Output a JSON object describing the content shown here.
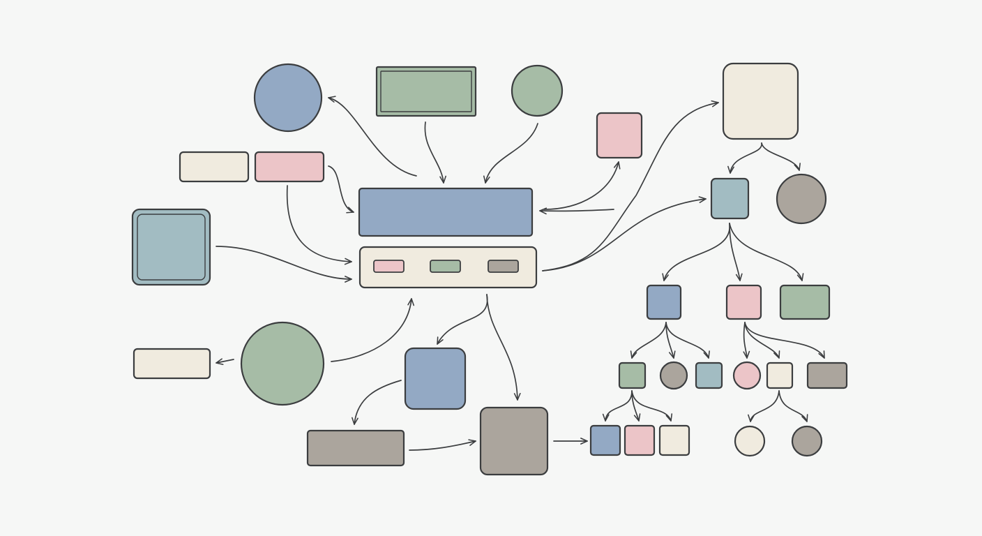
{
  "diagram": {
    "palette": {
      "blue": "#93a9c4",
      "green": "#a6bca6",
      "cream": "#f0ebdf",
      "pink": "#ecc5c8",
      "teal": "#a2bcc2",
      "taupe": "#aba59d",
      "stroke": "#3b3d3f",
      "background": "#f6f7f6"
    },
    "nodes": [
      {
        "id": "n-circle-blue-top",
        "shape": "circle",
        "color": "blue"
      },
      {
        "id": "n-rect-green-top",
        "shape": "rect",
        "color": "green",
        "double_border": true
      },
      {
        "id": "n-circle-green-top",
        "shape": "circle",
        "color": "green"
      },
      {
        "id": "n-pill-cream-left",
        "shape": "rect",
        "color": "cream"
      },
      {
        "id": "n-pill-pink-left",
        "shape": "rect",
        "color": "pink"
      },
      {
        "id": "n-square-teal-left",
        "shape": "rect",
        "color": "teal",
        "double_border": true
      },
      {
        "id": "n-hub-blue",
        "shape": "rect",
        "color": "blue"
      },
      {
        "id": "n-hub-cream",
        "shape": "rect",
        "color": "cream"
      },
      {
        "id": "n-hub-chip-pink",
        "shape": "rect",
        "color": "pink"
      },
      {
        "id": "n-hub-chip-green",
        "shape": "rect",
        "color": "green"
      },
      {
        "id": "n-hub-chip-taupe",
        "shape": "rect",
        "color": "taupe"
      },
      {
        "id": "n-square-pink-mid",
        "shape": "rect",
        "color": "pink"
      },
      {
        "id": "n-square-cream-topright",
        "shape": "rect",
        "color": "cream"
      },
      {
        "id": "n-square-teal-right",
        "shape": "rect",
        "color": "teal"
      },
      {
        "id": "n-circle-taupe-right",
        "shape": "circle",
        "color": "taupe"
      },
      {
        "id": "n-pill-cream-bottomleft",
        "shape": "rect",
        "color": "cream"
      },
      {
        "id": "n-circle-green-bottom",
        "shape": "circle",
        "color": "green"
      },
      {
        "id": "n-square-blue-bottom",
        "shape": "rect",
        "color": "blue"
      },
      {
        "id": "n-pill-taupe-bottom",
        "shape": "rect",
        "color": "taupe"
      },
      {
        "id": "n-square-taupe-bottom",
        "shape": "rect",
        "color": "taupe"
      },
      {
        "id": "n-small-blue-bottom",
        "shape": "rect",
        "color": "blue"
      },
      {
        "id": "n-small-pink-bottom",
        "shape": "rect",
        "color": "pink"
      },
      {
        "id": "n-small-cream-bottom",
        "shape": "rect",
        "color": "cream"
      },
      {
        "id": "n-tree-blue",
        "shape": "rect",
        "color": "blue"
      },
      {
        "id": "n-tree-pink",
        "shape": "rect",
        "color": "pink"
      },
      {
        "id": "n-tree-green",
        "shape": "rect",
        "color": "green"
      },
      {
        "id": "n-leaf-green",
        "shape": "rect",
        "color": "green"
      },
      {
        "id": "n-leaf-circle-taupe",
        "shape": "circle",
        "color": "taupe"
      },
      {
        "id": "n-leaf-teal",
        "shape": "rect",
        "color": "teal"
      },
      {
        "id": "n-leaf-circle-pink",
        "shape": "circle",
        "color": "pink"
      },
      {
        "id": "n-leaf-cream",
        "shape": "rect",
        "color": "cream"
      },
      {
        "id": "n-leaf-taupe",
        "shape": "rect",
        "color": "taupe"
      },
      {
        "id": "n-leaf-circle-cream",
        "shape": "circle",
        "color": "cream"
      },
      {
        "id": "n-leaf-circle-taupe-2",
        "shape": "circle",
        "color": "taupe"
      }
    ]
  }
}
